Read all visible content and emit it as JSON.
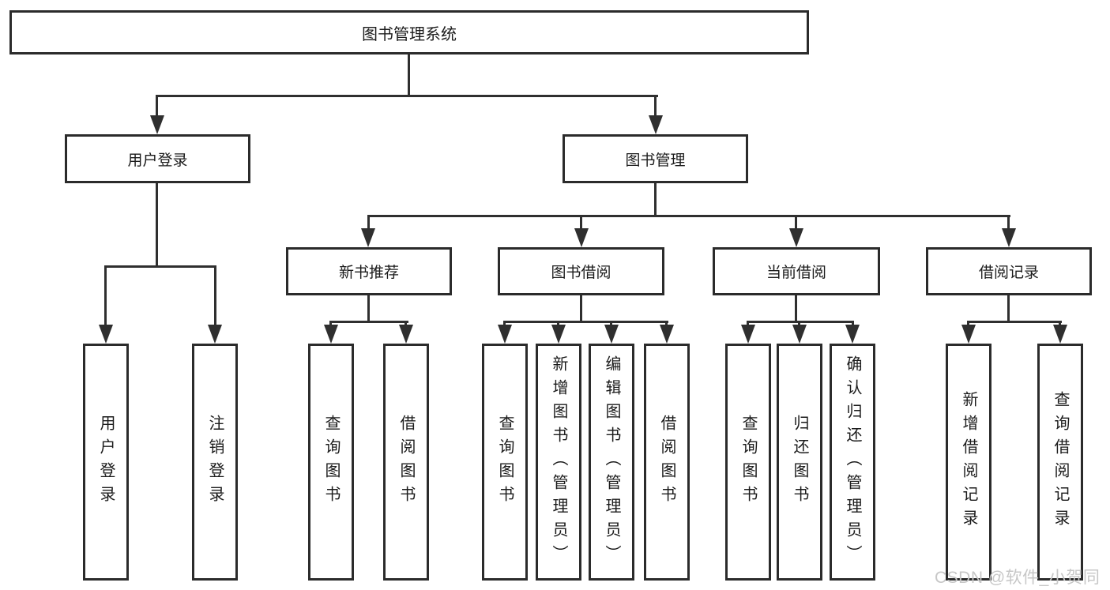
{
  "tree": {
    "label": "图书管理系统",
    "children": [
      {
        "label": "用户登录",
        "children": [
          {
            "label": "用户登录"
          },
          {
            "label": "注销登录"
          }
        ]
      },
      {
        "label": "图书管理",
        "children": [
          {
            "label": "新书推荐",
            "children": [
              {
                "label": "查询图书"
              },
              {
                "label": "借阅图书"
              }
            ]
          },
          {
            "label": "图书借阅",
            "children": [
              {
                "label": "查询图书"
              },
              {
                "label": "新增图书（管理员）"
              },
              {
                "label": "编辑图书（管理员）"
              },
              {
                "label": "借阅图书"
              }
            ]
          },
          {
            "label": "当前借阅",
            "children": [
              {
                "label": "查询图书"
              },
              {
                "label": "归还图书"
              },
              {
                "label": "确认归还（管理员）"
              }
            ]
          },
          {
            "label": "借阅记录",
            "children": [
              {
                "label": "新增借阅记录"
              },
              {
                "label": "查询借阅记录"
              }
            ]
          }
        ]
      }
    ]
  },
  "watermark": {
    "text": "CSDN @软件_小贺同学"
  },
  "colors": {
    "line": "#2f2f2f",
    "border": "#2b2b2b",
    "text": "#1b1b1b",
    "watermark": "#c7c7c7"
  }
}
